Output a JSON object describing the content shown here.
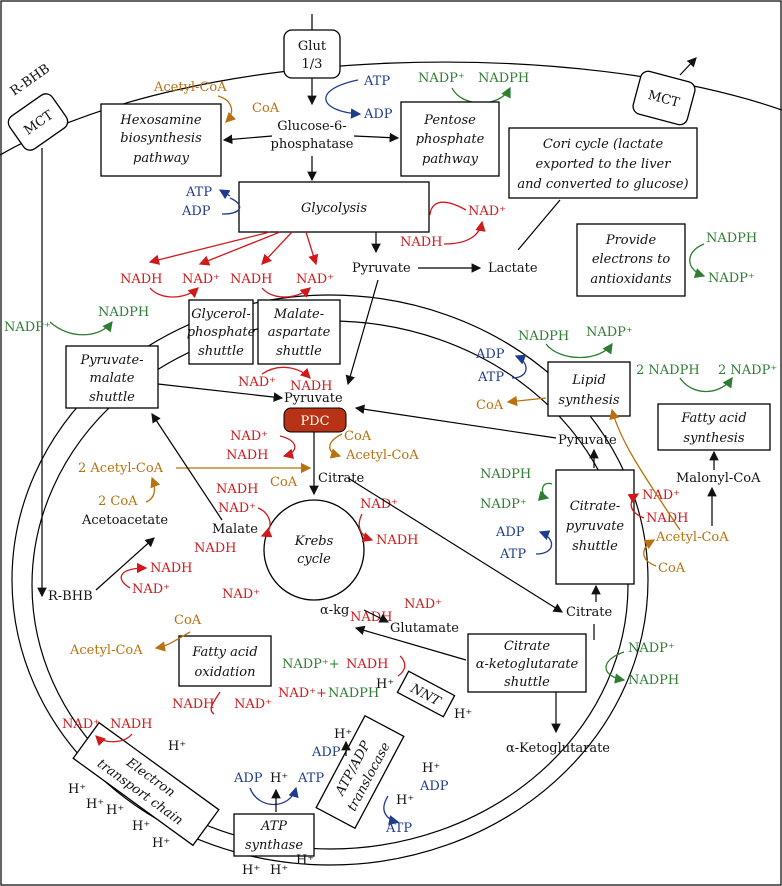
{
  "colors": {
    "black": "#111111",
    "blue": "#1f3c8c",
    "green": "#2e7d32",
    "red": "#d0191b",
    "orange": "#b8710f",
    "pdc_fill": "#b83216"
  },
  "transporters": {
    "glut": [
      "Glut",
      "1/3"
    ],
    "mct_left": "MCT",
    "mct_right": "MCT",
    "rbhb_out": "R-BHB"
  },
  "boxes": {
    "hexosamine": [
      "Hexosamine",
      "biosynthesis",
      "pathway"
    ],
    "pentose": [
      "Pentose",
      "phosphate",
      "pathway"
    ],
    "cori": [
      "Cori cycle (lactate",
      "exported to the liver",
      "and converted to glucose)"
    ],
    "glycolysis": "Glycolysis",
    "antioxidants": [
      "Provide",
      "electrons to",
      "antioxidants"
    ],
    "glycerol": [
      "Glycerol-",
      "phosphate",
      "shuttle"
    ],
    "malate_aspartate": [
      "Malate-",
      "aspartate",
      "shuttle"
    ],
    "pyruvate_malate": [
      "Pyruvate-",
      "malate",
      "shuttle"
    ],
    "lipid": [
      "Lipid",
      "synthesis"
    ],
    "fatty_acid_synthesis": [
      "Fatty acid",
      "synthesis"
    ],
    "citrate_pyruvate": [
      "Citrate-",
      "pyruvate",
      "shuttle"
    ],
    "citrate_akg": [
      "Citrate",
      "α-ketoglutarate",
      "shuttle"
    ],
    "fatty_acid_oxidation": [
      "Fatty acid",
      "oxidation"
    ],
    "etc": [
      "Electron",
      "transport chain"
    ],
    "atp_adp": [
      "ATP/ADP",
      "translocase"
    ],
    "atp_synthase": [
      "ATP",
      "synthase"
    ],
    "nnt": "NNT",
    "pdc": "PDC",
    "krebs": [
      "Krebs",
      "cycle"
    ]
  },
  "labels": {
    "glucose6p": [
      "Glucose-6-",
      "phosphatase"
    ],
    "pyruvate": "Pyruvate",
    "lactate": "Lactate",
    "acetyl_coa": "Acetyl-CoA",
    "coa": "CoA",
    "atp": "ATP",
    "adp": "ADP",
    "nadp": "NADP⁺",
    "nadph": "NADPH",
    "nad": "NAD⁺",
    "nadh": "NADH",
    "citrate": "Citrate",
    "malate": "Malate",
    "acetoacetate": "Acetoacetate",
    "rbhb": "R-BHB",
    "akg": "α-kg",
    "glutamate": "Glutamate",
    "alpha_ketoglutarate": "α-Ketoglutarate",
    "malonyl_coa": "Malonyl-CoA",
    "two_acetyl_coa": "2 Acetyl-CoA",
    "two_coa": "2 CoA",
    "two_nadph": "2 NADPH",
    "two_nadp": "2 NADP⁺",
    "h": "H⁺",
    "nadp_plus": "NADP⁺+",
    "nad_plus": "NAD⁺+"
  }
}
